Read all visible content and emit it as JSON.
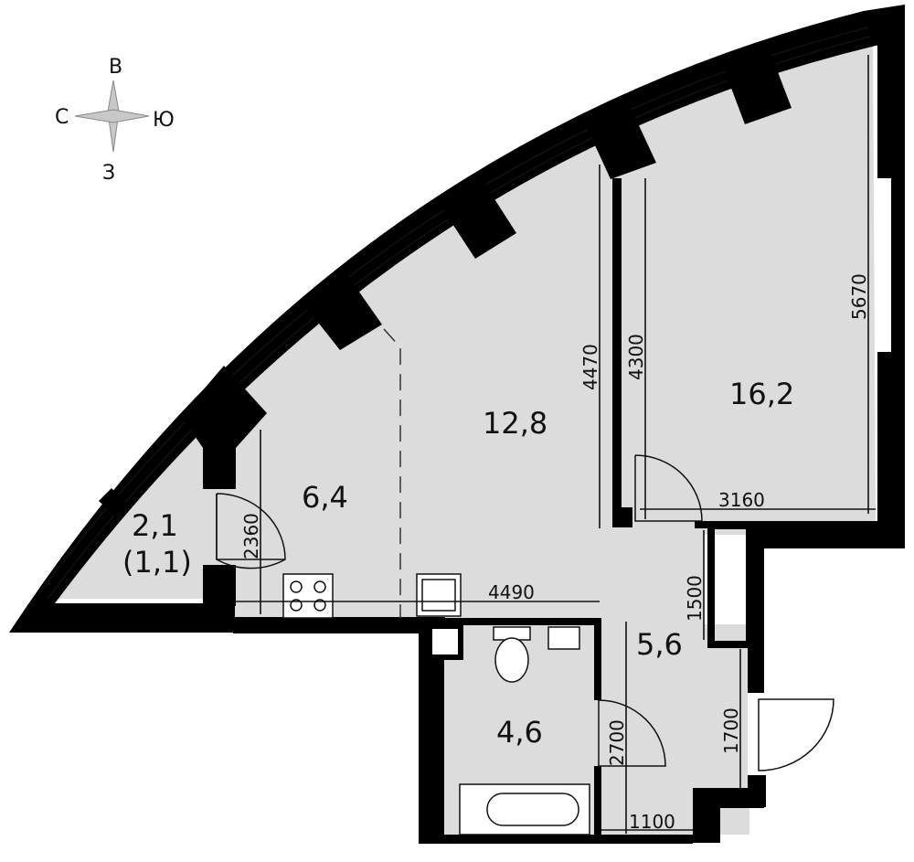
{
  "compass": {
    "north": "В",
    "west": "С",
    "east": "Ю",
    "south": "З"
  },
  "rooms": {
    "loggia_area": "2,1",
    "loggia_reduced": "(1,1)",
    "kitchen": "6,4",
    "living": "12,8",
    "bedroom": "16,2",
    "hall": "5,6",
    "bathroom": "4,6"
  },
  "dimensions": {
    "d2360": "2360",
    "d4490": "4490",
    "d4470": "4470",
    "d4300": "4300",
    "d5670": "5670",
    "d3160": "3160",
    "d1500": "1500",
    "d1700": "1700",
    "d2700": "2700",
    "d1100": "1100"
  },
  "colors": {
    "wall": "#000000",
    "floor": "#dcdcdc"
  }
}
